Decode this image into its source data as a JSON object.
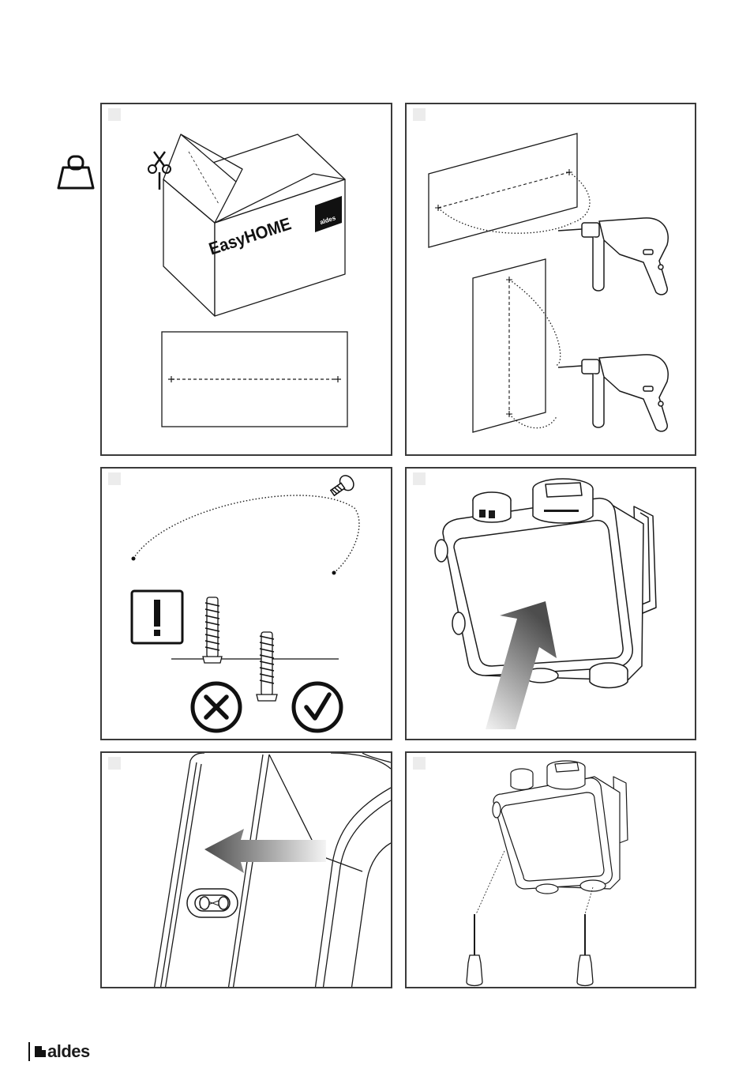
{
  "panel1": {
    "box_brand": "EasyHOME",
    "box_logo": "aldes"
  },
  "footer": {
    "logo_text": "aldes"
  },
  "icons": {
    "weight": "weight-icon",
    "scissors": "scissors-icon",
    "drill": "drill-icon",
    "screw": "screw-icon",
    "warning": "warning-icon",
    "wrong": "cross-circle-icon",
    "right": "check-circle-icon",
    "screwdriver": "screwdriver-icon",
    "arrow": "arrow-icon"
  },
  "colors": {
    "line": "#1a1a1a",
    "arrow_dark": "#555555",
    "arrow_light": "#eeeeee"
  }
}
